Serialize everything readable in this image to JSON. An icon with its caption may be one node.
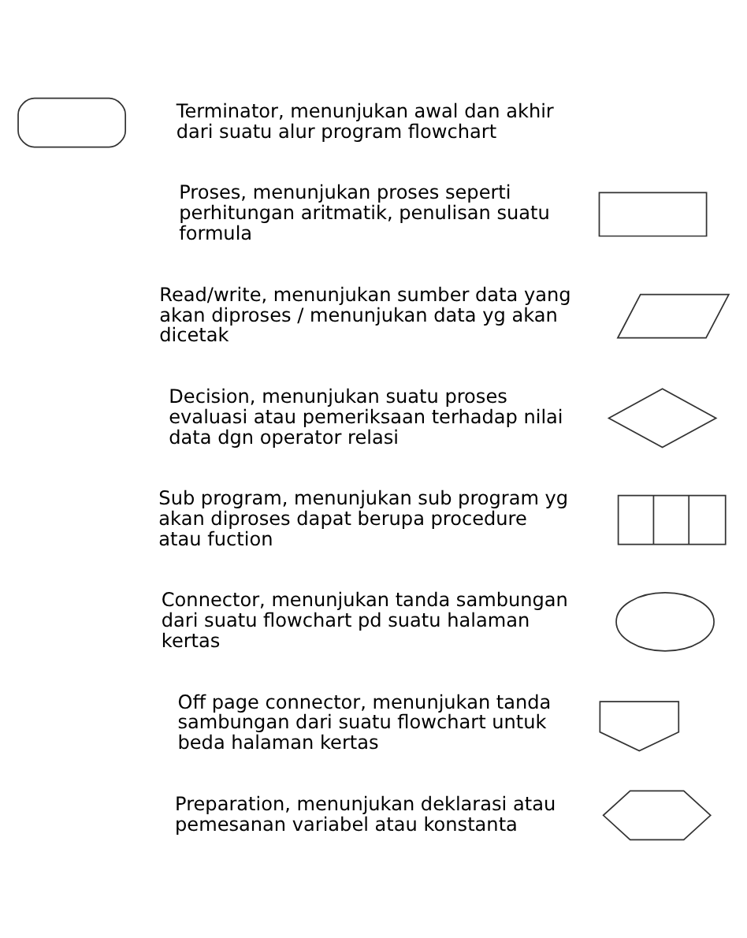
{
  "diagram": {
    "nodes": [
      {
        "text": [],
        "shape": "terminator",
        "beside": [
          "Terminator, menunjukan awal dan akhir dari suatu alur program flowchart"
        ]
      },
      {
        "text": [],
        "shape": "box",
        "beside": [
          "Proses, menunjukan proses seperti perhitungan aritmatik, penulisan suatu formula"
        ]
      },
      {
        "text": [],
        "shape": "parallelogram",
        "beside": [
          "Read/write, menunjukan sumber data yang akan diproses / menunjukan data yg akan dicetak"
        ]
      },
      {
        "text": [],
        "shape": "diamond",
        "beside": [
          "Decision, menunjukan suatu proses evaluasi atau pemeriksaan terhadap nilai data dgn operator relasi"
        ]
      },
      {
        "text": [],
        "shape": "subroutine",
        "beside": [
          "Sub program, menunjukan sub program yg akan diproses dapat berupa procedure atau fuction"
        ]
      },
      {
        "text": [],
        "shape": "ellipse",
        "beside": [
          "Connector, menunjukan tanda sambungan dari suatu flowchart pd suatu halaman kertas"
        ]
      },
      {
        "text": [],
        "shape": "pentagon",
        "beside": [
          "Off page connector, menunjukan tanda sambungan dari suatu flowchart untuk beda halaman kertas"
        ]
      },
      {
        "text": [],
        "shape": "hexagon",
        "beside": [
          "Preparation, menunjukan deklarasi atau pemesanan variabel atau konstanta"
        ]
      }
    ]
  }
}
